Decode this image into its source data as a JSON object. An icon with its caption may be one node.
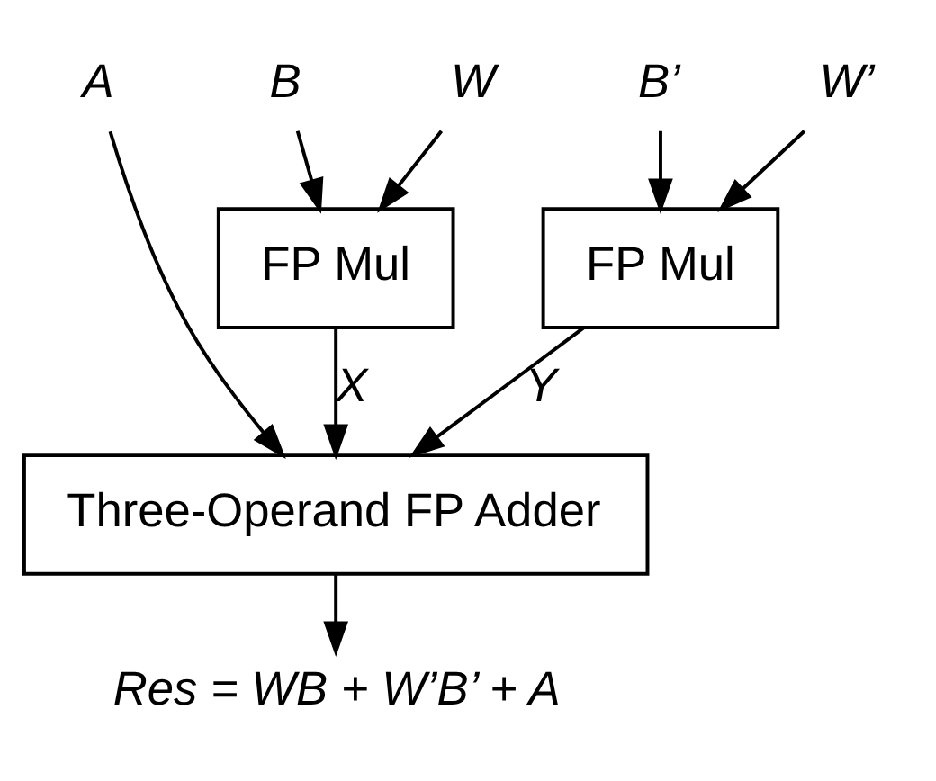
{
  "diagram": {
    "nodes": [
      {
        "text": [
          "W"
        ]
      },
      {
        "text": [
          "B"
        ]
      },
      {
        "text": [
          "W’"
        ]
      },
      {
        "text": [
          "B’"
        ]
      },
      {
        "text": [
          "A"
        ]
      },
      {
        "text": [
          "FP Mul"
        ]
      },
      {
        "text": [
          "FP Mul"
        ]
      },
      {
        "text": [
          "Three-Operand FP Adder"
        ]
      },
      {
        "text": [
          "Res = WB + W’B’ + A"
        ]
      }
    ],
    "edges": [
      {
        "from": 0,
        "to": 5,
        "arrow": "to"
      },
      {
        "from": 1,
        "to": 5,
        "arrow": "to"
      },
      {
        "from": 2,
        "to": 6,
        "arrow": "to"
      },
      {
        "from": 3,
        "to": 6,
        "arrow": "to"
      },
      {
        "from": 5,
        "to": 7,
        "arrow": "to",
        "label": "X"
      },
      {
        "from": 6,
        "to": 7,
        "arrow": "to",
        "label": "Y"
      },
      {
        "from": 4,
        "to": 7,
        "arrow": "to"
      },
      {
        "from": 7,
        "to": 8,
        "arrow": "to"
      }
    ]
  }
}
